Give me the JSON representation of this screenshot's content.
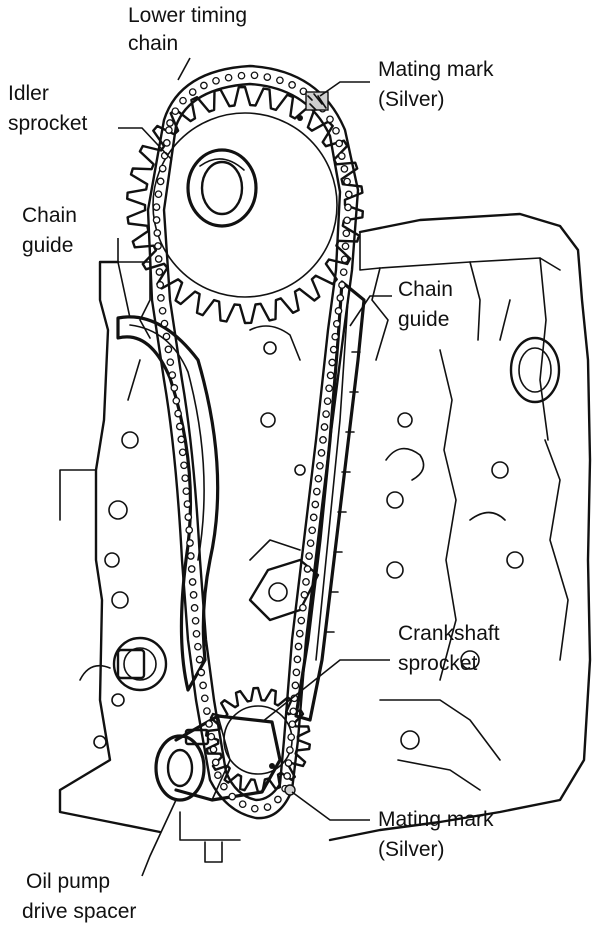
{
  "labels": {
    "lower_timing_chain": [
      "Lower timing",
      "chain"
    ],
    "idler_sprocket": [
      "Idler",
      "sprocket"
    ],
    "chain_guide_left": [
      "Chain",
      "guide"
    ],
    "mating_mark_top": [
      "Mating mark",
      "(Silver)"
    ],
    "chain_guide_right": [
      "Chain",
      "guide"
    ],
    "crankshaft_sprocket": [
      "Crankshaft",
      "sprocket"
    ],
    "mating_mark_bottom": [
      "Mating mark",
      "(Silver)"
    ],
    "oil_pump_drive_spacer": [
      "Oil pump",
      "drive spacer"
    ]
  },
  "colors": {
    "ink": "#111111",
    "background": "#ffffff"
  }
}
